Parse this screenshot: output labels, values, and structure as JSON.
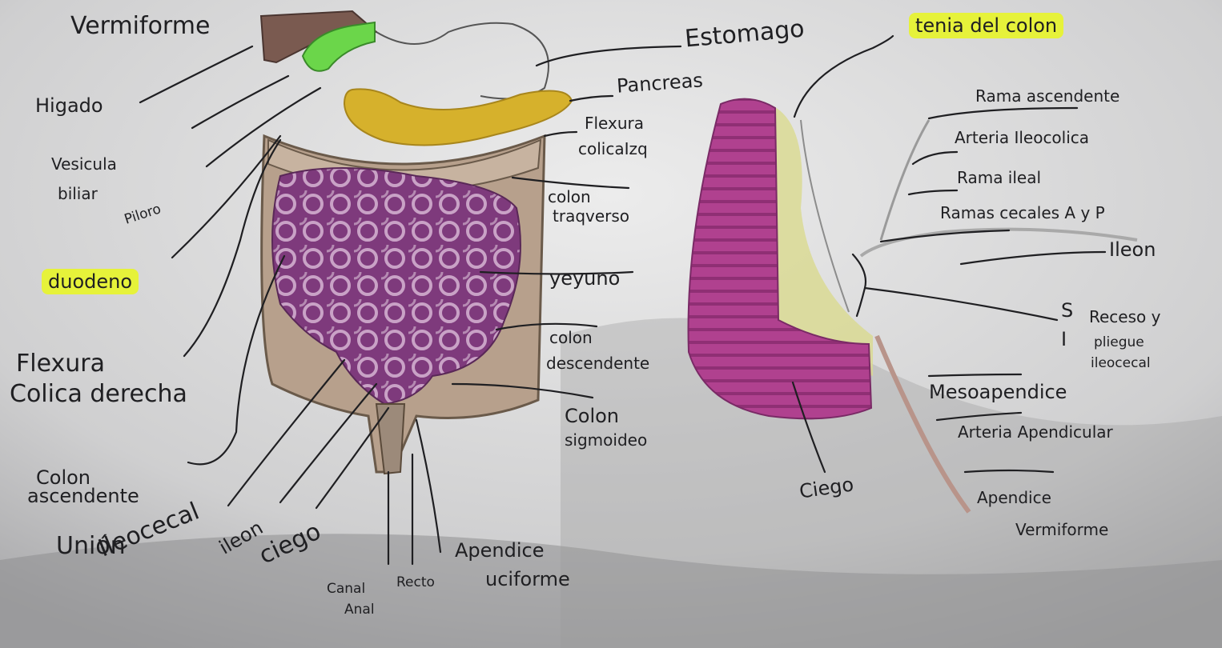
{
  "colors": {
    "paper": "#dcdcdc",
    "ink": "#1f1f22",
    "intestine": "#8a3f86",
    "cecum": "#b0418f",
    "pancreas": "#d6b12c",
    "gallbladder": "#6bd64a",
    "liver": "#7a5a50",
    "highlight": "#e6f23a",
    "colon_frame": "#b7a08c"
  },
  "labels": {
    "vermiforme_top": "Vermiforme",
    "higado": "Higado",
    "vesicula_1": "Vesicula",
    "vesicula_2": "biliar",
    "piloro": "Piloro",
    "duodeno": "duodeno",
    "flexura_der_1": "Flexura",
    "flexura_der_2": "Colica derecha",
    "colon_asc_1": "Colon",
    "colon_asc_2": "ascendente",
    "union_1": "Unión",
    "union_2": "Ileocecal",
    "ileon_left": "ileon",
    "ciego_left": "ciego",
    "canal_1": "Canal",
    "canal_2": "Anal",
    "recto": "Recto",
    "apendice_left_1": "Apendice",
    "apendice_left_2": "uciforme",
    "estomago": "Estomago",
    "pancreas": "Pancreas",
    "flexura_izq_1": "Flexura",
    "flexura_izq_2": "colicaIzq",
    "colon_trans_1": "colon",
    "colon_trans_2": "traqverso",
    "yeyuno": "yeyuno",
    "colon_desc_1": "colon",
    "colon_desc_2": "descendente",
    "colon_sig_1": "Colon",
    "colon_sig_2": "sigmoideo",
    "tenia": "tenia del colon",
    "rama_asc": "Rama ascendente",
    "arteria_ileocolica": "Arteria Ileocolica",
    "rama_ileal": "Rama ileal",
    "ramas_cecales": "Ramas cecales A y P",
    "ileon_right": "Ileon",
    "receso_si_1": "S",
    "receso_si_2": "I",
    "receso_1": "Receso y",
    "receso_2": "pliegue",
    "receso_3": "ileocecal",
    "mesoapendice": "Mesoapendice",
    "arteria_apendicular": "Arteria Apendicular",
    "apendice_right_1": "Apendice",
    "apendice_right_2": "Vermiforme",
    "ciego_right": "Ciego"
  }
}
